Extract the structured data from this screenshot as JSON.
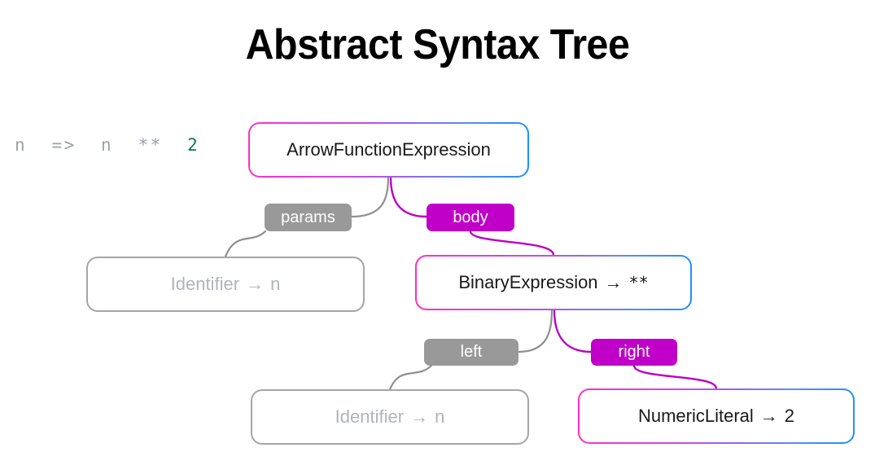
{
  "page": {
    "title": "Abstract Syntax Tree",
    "background": "#ffffff"
  },
  "code": {
    "full": "n => n ** 2",
    "tokens": [
      {
        "text": "n",
        "kind": "identifier",
        "color": "#9aa2a9"
      },
      {
        "text": "=>",
        "kind": "arrow",
        "color": "#9aa2a9"
      },
      {
        "text": "n",
        "kind": "identifier",
        "color": "#9aa2a9"
      },
      {
        "text": "**",
        "kind": "operator",
        "color": "#9aa2a9"
      },
      {
        "text": "2",
        "kind": "number",
        "color": "#0b7a4b"
      }
    ]
  },
  "colors": {
    "gradient_start": "#ff2fc0",
    "gradient_end": "#1e90ff",
    "active_badge": "#c000c8",
    "inactive_badge": "#999999",
    "inactive_border": "#a6a6a6",
    "inactive_text": "#b0b4bb",
    "active_text": "#1a1a1a",
    "edge_inactive": "#8f8f8f",
    "edge_active": "#bb00c4"
  },
  "tree": {
    "nodes": [
      {
        "id": "arrow-function-expression",
        "label": "ArrowFunctionExpression",
        "value": "",
        "state": "active"
      },
      {
        "id": "identifier-param",
        "label": "Identifier",
        "value": "n",
        "state": "inactive"
      },
      {
        "id": "binary-expression",
        "label": "BinaryExpression",
        "value": "**",
        "state": "active"
      },
      {
        "id": "identifier-left",
        "label": "Identifier",
        "value": "n",
        "state": "inactive"
      },
      {
        "id": "numeric-literal",
        "label": "NumericLiteral",
        "value": "2",
        "state": "active"
      }
    ],
    "edge_labels": [
      {
        "id": "params",
        "label": "params",
        "state": "inactive"
      },
      {
        "id": "body",
        "label": "body",
        "state": "active"
      },
      {
        "id": "left",
        "label": "left",
        "state": "inactive"
      },
      {
        "id": "right",
        "label": "right",
        "state": "active"
      }
    ],
    "arrow_glyph": "→"
  }
}
